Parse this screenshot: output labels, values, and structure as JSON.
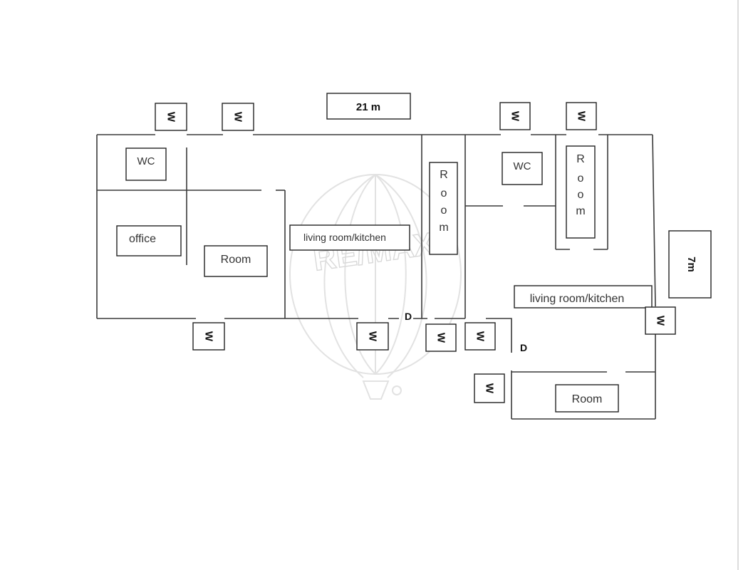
{
  "dimensions": {
    "width_label": "21 m",
    "height_label": "7m"
  },
  "rooms": {
    "wc_left": "WC",
    "office": "office",
    "room_left": "Room",
    "living_left": "living room/kitchen",
    "room_vertical_mid": [
      "R",
      "o",
      "o",
      "m"
    ],
    "wc_right": "WC",
    "room_vertical_right": [
      "R",
      "o",
      "o",
      "m"
    ],
    "living_right": "living room/kitchen",
    "room_bottom_right": "Room"
  },
  "doors": {
    "door_mid": "D",
    "door_right": "D"
  },
  "windows": {
    "label": "W"
  },
  "watermark": {
    "brand": "RE/MAX",
    "mark": "®"
  }
}
